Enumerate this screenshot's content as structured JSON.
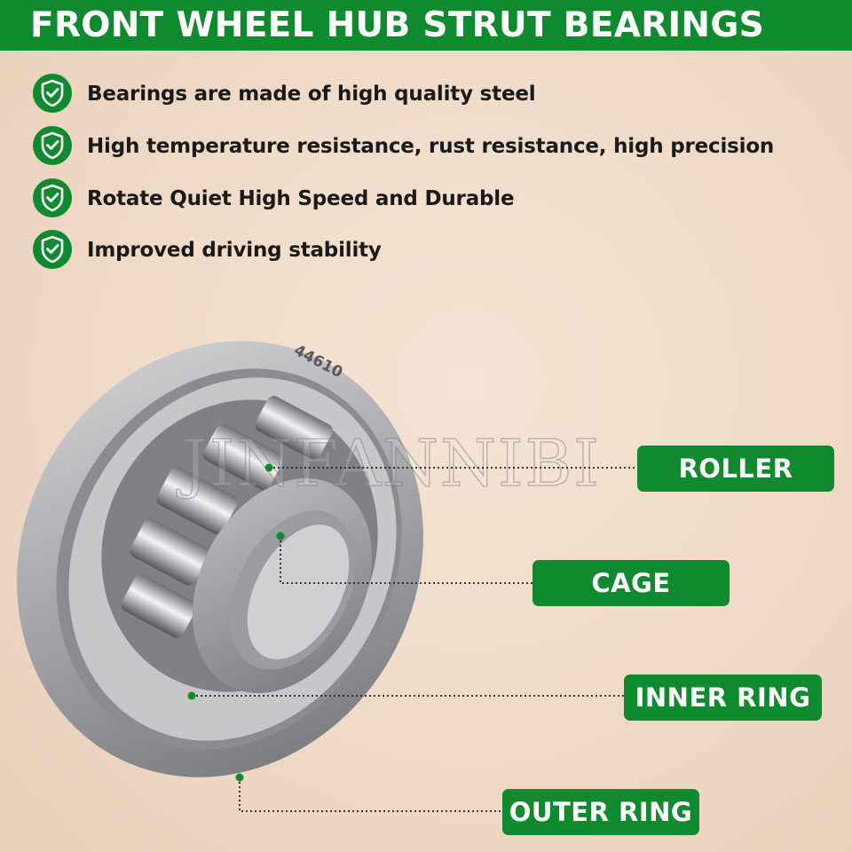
{
  "header": {
    "title": "FRONT WHEEL HUB STRUT BEARINGS"
  },
  "features": [
    {
      "label": "Bearings are made of high quality steel",
      "icon": "shield-check-icon"
    },
    {
      "label": "High temperature resistance, rust resistance, high precision",
      "icon": "shield-check-icon"
    },
    {
      "label": "Rotate Quiet High Speed and Durable",
      "icon": "shield-check-icon"
    },
    {
      "label": "Improved driving stability",
      "icon": "shield-check-icon"
    }
  ],
  "product": {
    "part_number": "44610",
    "watermark": "JINFANNIBI"
  },
  "callouts": {
    "roller": "ROLLER",
    "cage": "CAGE",
    "inner_ring": "INNER RING",
    "outer_ring": "OUTER RING"
  },
  "colors": {
    "brand_green": "#108a2e",
    "background": "#f1ddca",
    "text_dark": "#1a1a1a",
    "steel": "#a7a9ac"
  }
}
